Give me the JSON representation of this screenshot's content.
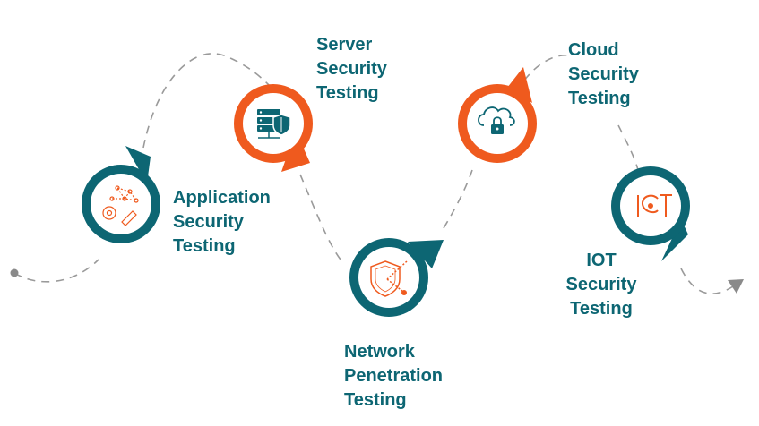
{
  "colors": {
    "teal": "#0d6673",
    "orange": "#ef5a1e",
    "dash": "#9a9a9a"
  },
  "nodes": [
    {
      "lines": [
        "Application",
        "Security",
        "Testing"
      ],
      "icon": "network-gear-icon",
      "color": "teal"
    },
    {
      "lines": [
        "Server",
        "Security",
        "Testing"
      ],
      "icon": "server-shield-icon",
      "color": "orange"
    },
    {
      "lines": [
        "Network",
        "Penetration",
        "Testing"
      ],
      "icon": "shield-target-icon",
      "color": "teal"
    },
    {
      "lines": [
        "Cloud",
        "Security",
        "Testing"
      ],
      "icon": "cloud-lock-icon",
      "color": "orange"
    },
    {
      "lines": [
        "IOT",
        "Security",
        "Testing"
      ],
      "icon": "iot-icon",
      "color": "teal"
    }
  ]
}
